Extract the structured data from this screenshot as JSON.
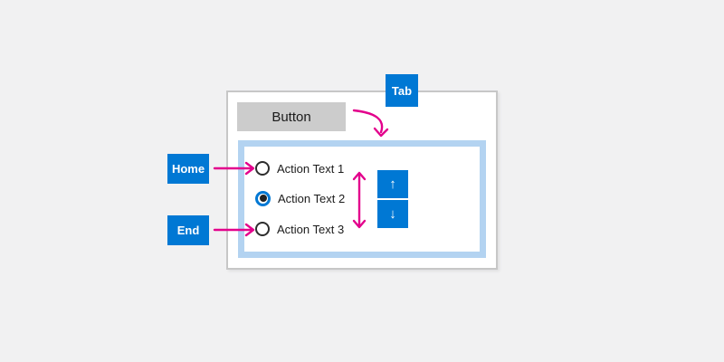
{
  "colors": {
    "accent": "#0078d4",
    "arrow_pink": "#e3008c",
    "button_gray": "#cccccc",
    "focus_border": "#b3d3f1",
    "panel_border": "#c7c7c7",
    "background": "#f1f1f2"
  },
  "key_labels": {
    "tab": "Tab",
    "home": "Home",
    "end": "End"
  },
  "panel": {
    "button_label": "Button"
  },
  "radio_group": {
    "items": [
      {
        "label": "Action Text 1",
        "selected": false
      },
      {
        "label": "Action Text 2",
        "selected": true
      },
      {
        "label": "Action Text 3",
        "selected": false
      }
    ]
  },
  "spinner": {
    "up_icon": "↑",
    "down_icon": "↓"
  }
}
